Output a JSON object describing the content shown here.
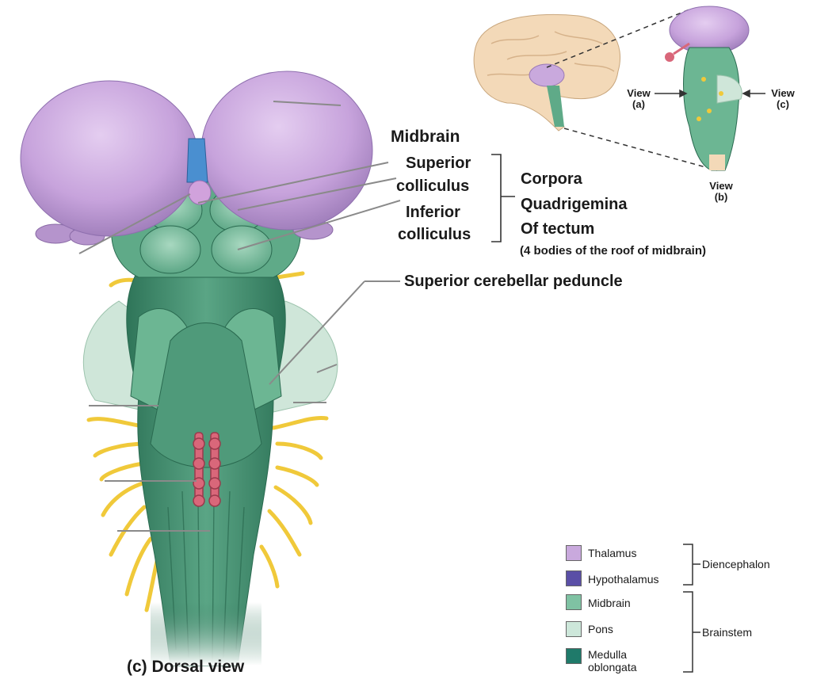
{
  "labels": {
    "midbrain": "Midbrain",
    "superior_colliculus_1": "Superior",
    "superior_colliculus_2": "colliculus",
    "inferior_colliculus_1": "Inferior",
    "inferior_colliculus_2": "colliculus",
    "corpora": "Corpora",
    "quadrigemina": "Quadrigemina",
    "of_tectum": "Of tectum",
    "roof_note": "(4 bodies of the roof of midbrain)",
    "superior_cerebellar_peduncle": "Superior cerebellar peduncle",
    "caption": "(c) Dorsal view"
  },
  "inset": {
    "view_a_1": "View",
    "view_a_2": "(a)",
    "view_b_1": "View",
    "view_b_2": "(b)",
    "view_c_1": "View",
    "view_c_2": "(c)"
  },
  "legend": {
    "items": [
      {
        "label": "Thalamus",
        "color": "#c9a9dd"
      },
      {
        "label": "Hypothalamus",
        "color": "#5a4fa6"
      },
      {
        "label": "Midbrain",
        "color": "#7fc2a3"
      },
      {
        "label": "Pons",
        "color": "#cde7da"
      },
      {
        "label": "Medulla",
        "label2": "oblongata",
        "color": "#1f7a6a"
      }
    ],
    "group_diencephalon": "Diencephalon",
    "group_brainstem": "Brainstem"
  },
  "colors": {
    "thalamus": "#c9a9dd",
    "midbrain": "#7fc2a3",
    "brainstem_dark": "#3f8a6c",
    "pons": "#cde7da",
    "nerves": "#f0c93a",
    "fourth_ventricle": "#d9677a"
  }
}
